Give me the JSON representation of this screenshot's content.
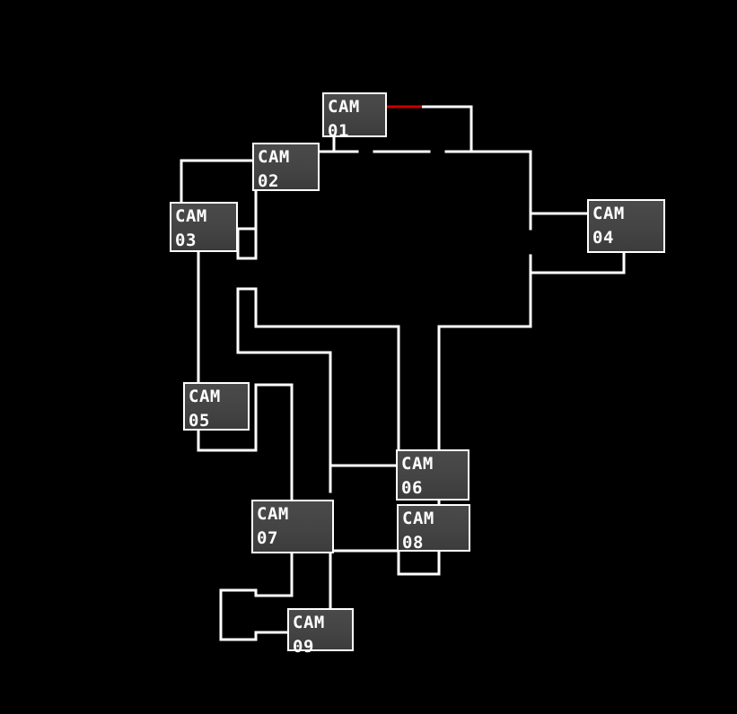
{
  "map": {
    "wall_color": "#ffffff",
    "door_color": "#cc0000",
    "background_color": "#000000",
    "cameras": [
      {
        "id": "01",
        "line1": "CAM",
        "line2": "01"
      },
      {
        "id": "02",
        "line1": "CAM",
        "line2": "02"
      },
      {
        "id": "03",
        "line1": "CAM",
        "line2": "03"
      },
      {
        "id": "04",
        "line1": "CAM",
        "line2": "04"
      },
      {
        "id": "05",
        "line1": "CAM",
        "line2": "05"
      },
      {
        "id": "06",
        "line1": "CAM",
        "line2": "06"
      },
      {
        "id": "07",
        "line1": "CAM",
        "line2": "07"
      },
      {
        "id": "08",
        "line1": "CAM",
        "line2": "08"
      },
      {
        "id": "09",
        "line1": "CAM",
        "line2": "09"
      }
    ]
  }
}
